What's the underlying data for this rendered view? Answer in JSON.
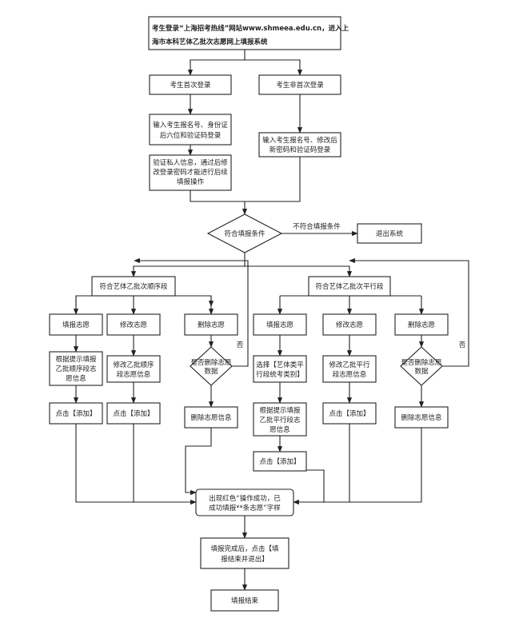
{
  "nodes": {
    "login_info": {
      "lines": [
        "考生登录“上海招考热线”网站www.shmeea.edu.cn，进入上",
        "海市本科艺体乙批次志愿网上填报系统"
      ]
    },
    "first_login": {
      "lines": [
        "考生首次登录"
      ]
    },
    "nonfirst_login": {
      "lines": [
        "考生非首次登录"
      ]
    },
    "input_first": {
      "lines": [
        "输入考生报名号、身份证",
        "后六位和验证码登录"
      ]
    },
    "input_nonfirst": {
      "lines": [
        "输入考生报名号、修改后",
        "新密码和验证码登录"
      ]
    },
    "verify": {
      "lines": [
        "验证私人信息，通过后修",
        "改登录密码才能进行后续",
        "填报操作"
      ]
    },
    "decision_eligible": {
      "lines": [
        "符合填报条件"
      ]
    },
    "exit": {
      "lines": [
        "退出系统"
      ]
    },
    "seq_section": {
      "lines": [
        "符合艺体乙批次顺序段"
      ]
    },
    "par_section": {
      "lines": [
        "符合艺体乙批次平行段"
      ]
    },
    "seq_fill": {
      "lines": [
        "填报志愿"
      ]
    },
    "seq_modify": {
      "lines": [
        "修改志愿"
      ]
    },
    "seq_delete": {
      "lines": [
        "删除志愿"
      ]
    },
    "par_fill": {
      "lines": [
        "填报志愿"
      ]
    },
    "par_modify": {
      "lines": [
        "修改志愿"
      ]
    },
    "par_delete": {
      "lines": [
        "删除志愿"
      ]
    },
    "seq_fill_info": {
      "lines": [
        "根据提示填报",
        "乙批顺序段志",
        "愿信息"
      ]
    },
    "seq_modify_info": {
      "lines": [
        "修改乙批顺序",
        "段志愿信息"
      ]
    },
    "seq_delete_q": {
      "lines": [
        "是否删除志愿",
        "数据"
      ]
    },
    "par_select": {
      "lines": [
        "选择【艺体类平",
        "行段统考类别】"
      ]
    },
    "par_modify_info": {
      "lines": [
        "修改乙批平行",
        "段志愿信息"
      ]
    },
    "par_delete_q": {
      "lines": [
        "是否删除志愿",
        "数据"
      ]
    },
    "par_fill_info": {
      "lines": [
        "根据提示填报",
        "乙批平行段志",
        "愿信息"
      ]
    },
    "seq_add1": {
      "lines": [
        "点击【添加】"
      ]
    },
    "seq_add2": {
      "lines": [
        "点击【添加】"
      ]
    },
    "seq_delete_info": {
      "lines": [
        "删除志愿信息"
      ]
    },
    "par_add_a": {
      "lines": [
        "点击【添加】"
      ]
    },
    "par_add_b": {
      "lines": [
        "点击【添加】"
      ]
    },
    "par_delete_info": {
      "lines": [
        "删除志愿信息"
      ]
    },
    "success": {
      "lines": [
        "出现红色“操作成功，已",
        "成功填报**条志愿”字样"
      ]
    },
    "finish_click": {
      "lines": [
        "填报完成后，点击【填",
        "报结束并退出】"
      ]
    },
    "end": {
      "lines": [
        "填报结束"
      ]
    }
  },
  "edge_labels": {
    "not_eligible": "不符合填报条件",
    "no_left": "否",
    "no_right": "否"
  }
}
